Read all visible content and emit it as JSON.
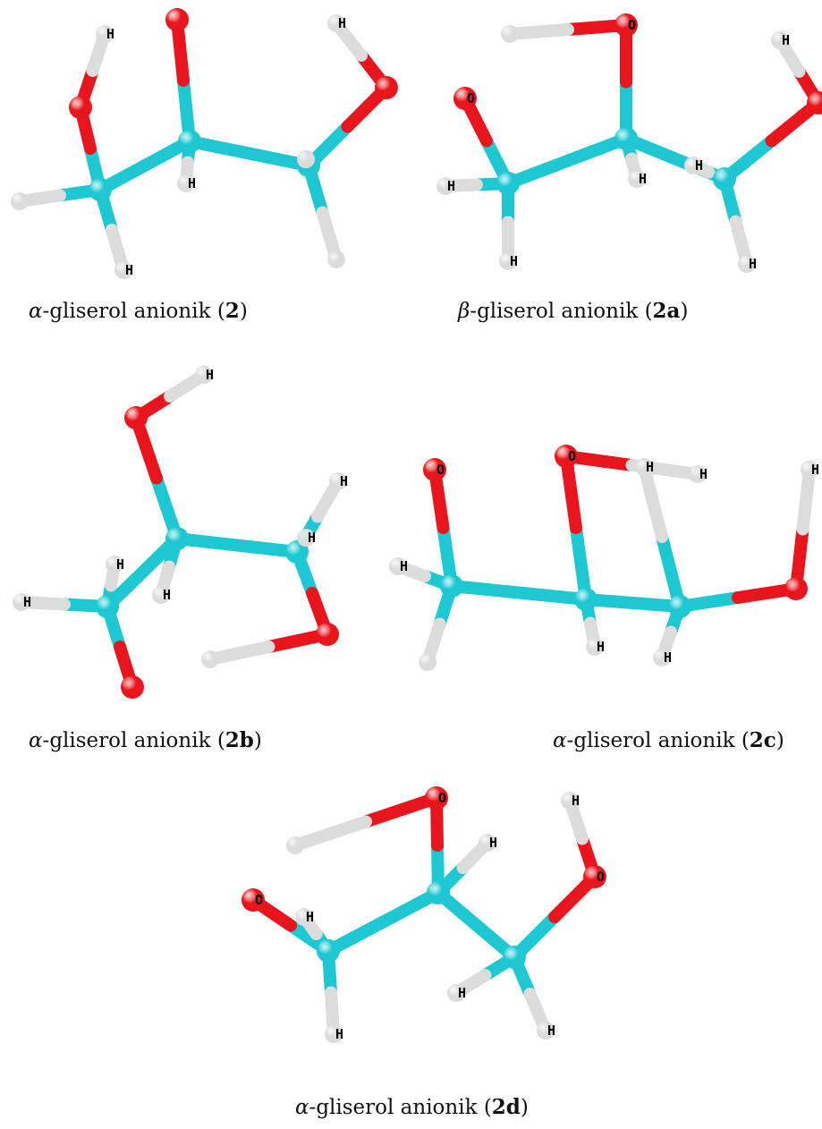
{
  "colors": {
    "carbon": "#1ec8d2",
    "oxygen": "#e8161c",
    "hydrogen": "#dcdcdc",
    "label": "#000000"
  },
  "atom_labels": {
    "hydrogen": "H",
    "oxygen": "O"
  },
  "molecules": [
    {
      "id": "2",
      "greek": "α",
      "text": "-gliserol anionik (",
      "bold": "2",
      "close": ")"
    },
    {
      "id": "2a",
      "greek": "β",
      "text": "-gliserol anionik (",
      "bold": "2a",
      "close": ")"
    },
    {
      "id": "2b",
      "greek": "α",
      "text": "-gliserol anionik (",
      "bold": "2b",
      "close": ")"
    },
    {
      "id": "2c",
      "greek": "α",
      "text": "-gliserol anionik (",
      "bold": "2c",
      "close": ")"
    },
    {
      "id": "2d",
      "greek": "α",
      "text": "-gliserol anionik (",
      "bold": "2d",
      "close": ")"
    }
  ]
}
